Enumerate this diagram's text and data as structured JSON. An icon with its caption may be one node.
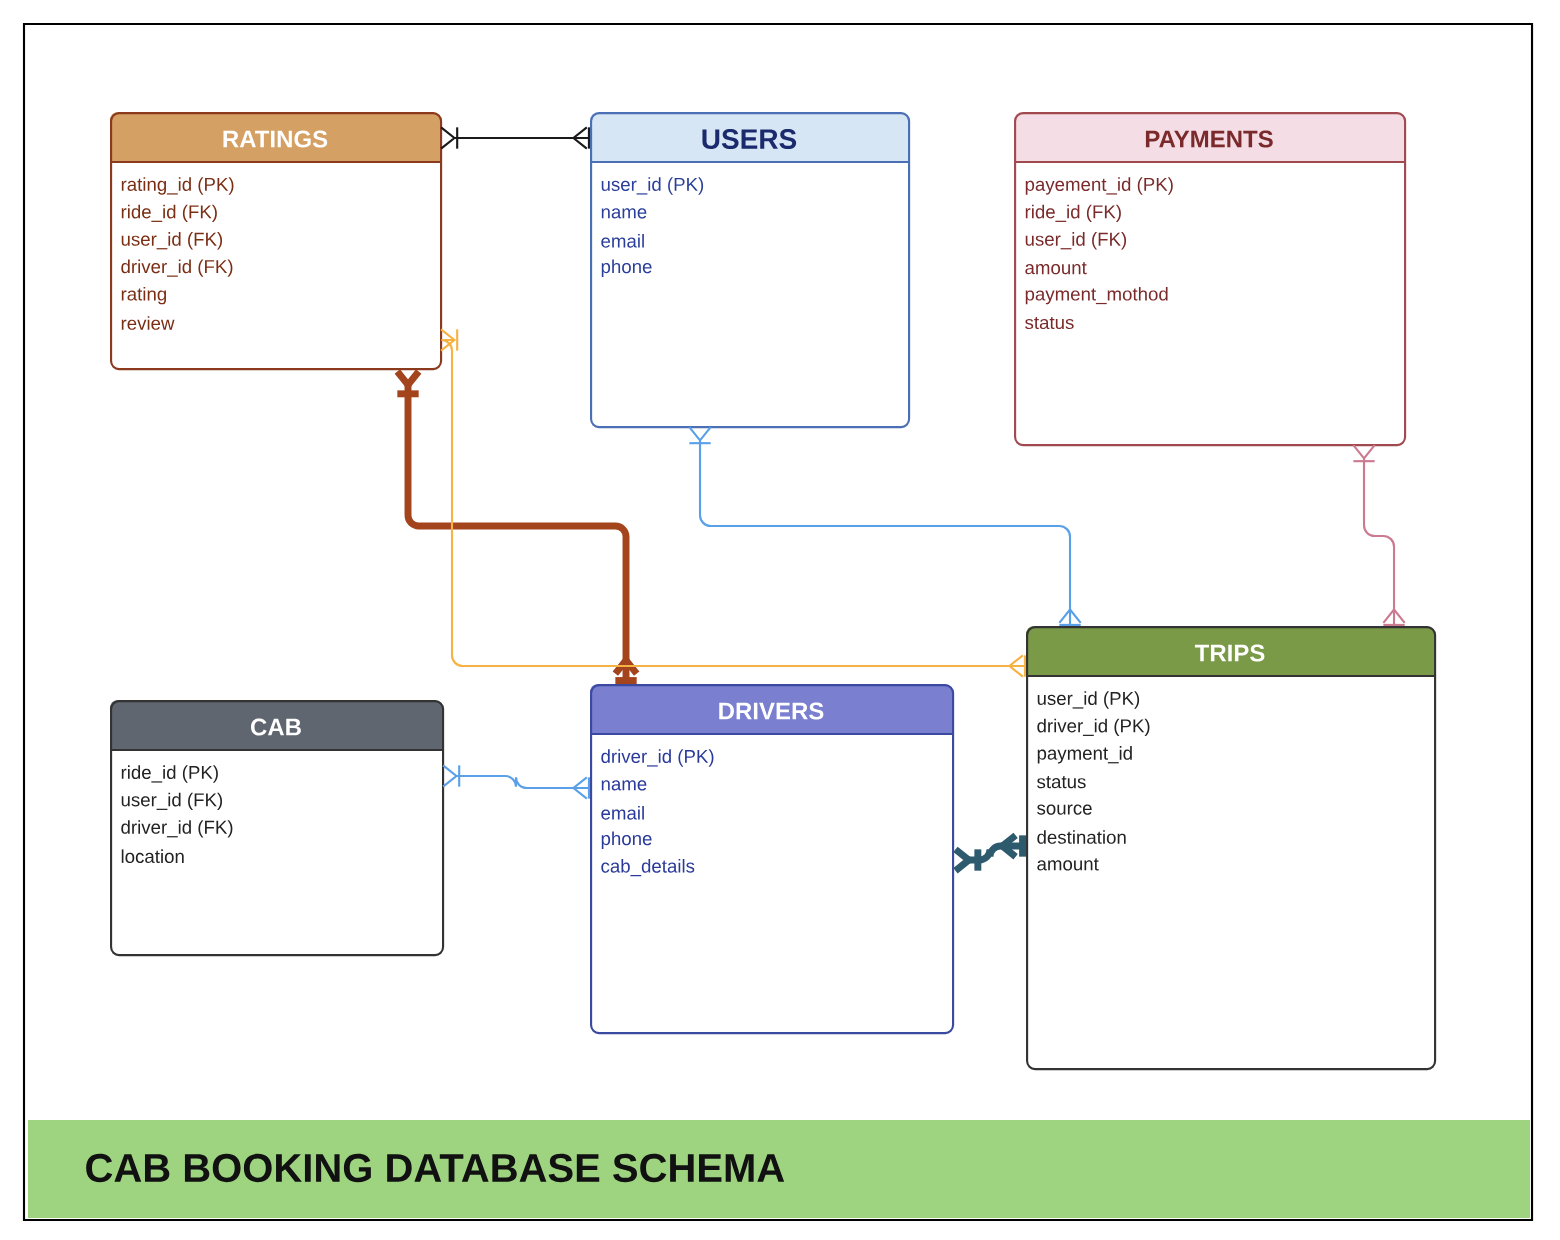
{
  "diagram": {
    "title": "CAB BOOKING DATABASE SCHEMA",
    "nodes": [
      {
        "text": [
          "RATINGS",
          "rating_id (PK)",
          "ride_id (FK)",
          "user_id (FK)",
          "driver_id (FK)",
          "rating",
          "review"
        ]
      },
      {
        "text": [
          "USERS",
          "user_id (PK)",
          "name",
          "email",
          "phone"
        ]
      },
      {
        "text": [
          "PAYMENTS",
          "payement_id (PK)",
          "ride_id (FK)",
          "user_id (FK)",
          "amount",
          "payment_mothod",
          "status"
        ]
      },
      {
        "text": [
          "TRIPS",
          "user_id (PK)",
          "driver_id (PK)",
          "payment_id",
          "status",
          "source",
          "destination",
          "amount"
        ]
      },
      {
        "text": [
          "CAB",
          "ride_id (PK)",
          "user_id (FK)",
          "driver_id (FK)",
          "location"
        ]
      },
      {
        "text": [
          "DRIVERS",
          "driver_id (PK)",
          "name",
          "email",
          "phone",
          "cab_details"
        ]
      }
    ],
    "edges": [
      {
        "from": 0,
        "to": 1,
        "arrow": "other",
        "color": "#1a1a1a"
      },
      {
        "from": 0,
        "to": 5,
        "arrow": "other",
        "style": "thick",
        "color": "#a3441c"
      },
      {
        "from": 0,
        "to": 3,
        "arrow": "other",
        "color": "#f5b344"
      },
      {
        "from": 1,
        "to": 3,
        "arrow": "other",
        "color": "#5aa0e8"
      },
      {
        "from": 2,
        "to": 3,
        "arrow": "other",
        "color": "#cc7a90"
      },
      {
        "from": 4,
        "to": 5,
        "arrow": "other",
        "color": "#5aa0e8"
      },
      {
        "from": 5,
        "to": 3,
        "arrow": "other",
        "style": "thick",
        "color": "#2e5a6e"
      }
    ]
  }
}
